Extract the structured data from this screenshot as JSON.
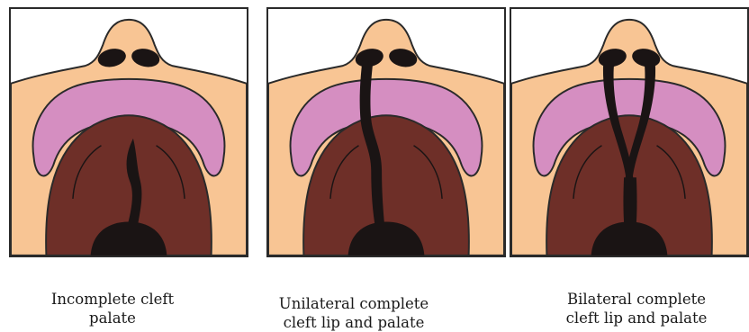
{
  "colors": {
    "skin": "#f8c594",
    "gum": "#d58ec1",
    "palate": "#6e2f28",
    "cleft": "#1a1414",
    "outline": "#2a2a2a",
    "background": "#ffffff"
  },
  "panels": [
    {
      "type": "incomplete-cleft-palate",
      "caption_lines": [
        "Incomplete cleft",
        "palate"
      ]
    },
    {
      "type": "unilateral-complete-cleft-lip-and-palate",
      "caption_lines": [
        "Unilateral complete",
        "cleft lip and palate"
      ]
    },
    {
      "type": "bilateral-complete-cleft-lip-and-palate",
      "caption_lines": [
        "Bilateral complete",
        "cleft lip and palate"
      ]
    }
  ]
}
